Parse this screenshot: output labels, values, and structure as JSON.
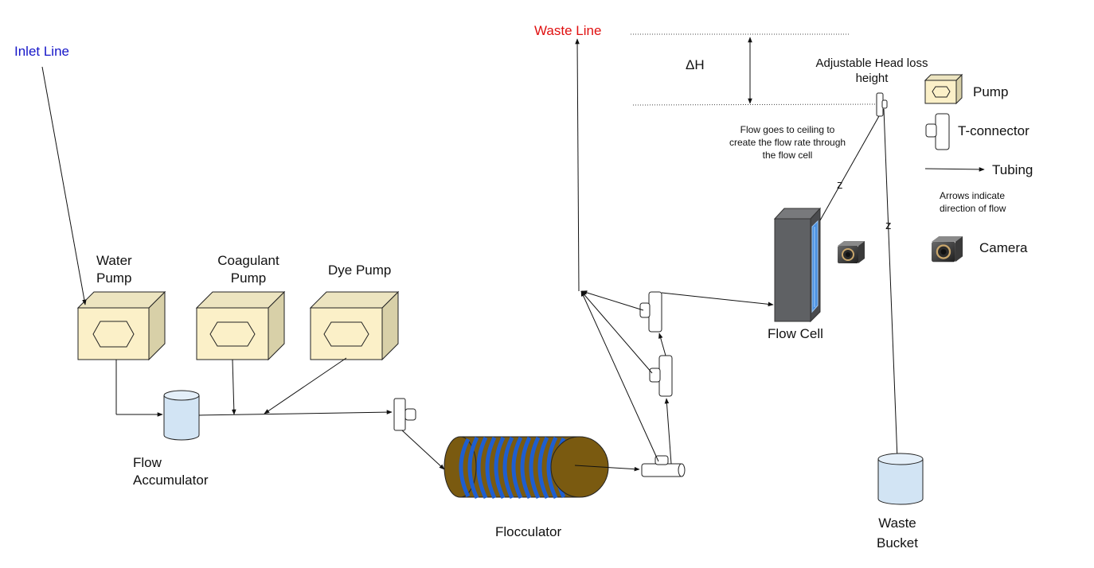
{
  "labels": {
    "inlet_line": "Inlet Line",
    "waste_line": "Waste Line",
    "delta_h": "ΔH",
    "head_loss": "Adjustable Head loss height",
    "flow_note": "Flow goes to ceiling to create the flow rate through the flow cell",
    "water_pump": "Water Pump",
    "coagulant_pump": "Coagulant Pump",
    "dye_pump": "Dye Pump",
    "flow_accumulator": "Flow Accumulator",
    "flocculator": "Flocculator",
    "flow_cell": "Flow Cell",
    "waste_bucket": "Waste Bucket",
    "z_label_1": "z",
    "z_label_2": "z"
  },
  "legend": {
    "pump": "Pump",
    "t_connector": "T-connector",
    "tubing": "Tubing",
    "arrows_note": "Arrows indicate direction of flow",
    "camera": "Camera"
  },
  "colors": {
    "pump_face": "#fbf0c8",
    "pump_side": "#d8d0a8",
    "accumulator": "#d2e4f4",
    "flocculator_body": "#7a5a10",
    "flocculator_fins": "#1e5ed0",
    "flow_cell_body": "#5f6164",
    "flow_cell_window": "#4a90e0",
    "inlet_text": "#1515c8",
    "waste_text": "#e01010"
  },
  "icons": [
    "pump-icon",
    "t-connector-icon",
    "camera-icon"
  ]
}
